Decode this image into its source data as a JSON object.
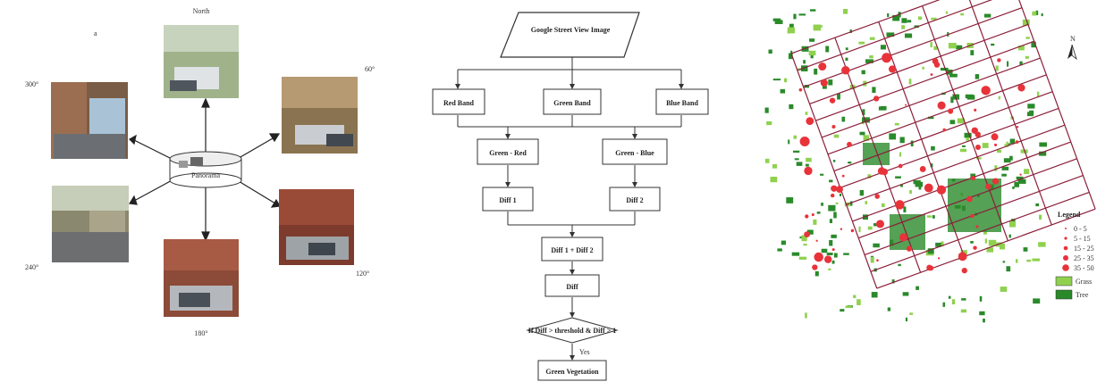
{
  "panorama": {
    "center_label": "Panorama",
    "direction_labels": {
      "north": "North",
      "ne": "60°",
      "nw": "300°",
      "sw": "240°",
      "se": "120°",
      "south": "180°"
    },
    "letter": "a"
  },
  "flowchart": {
    "start": "Google Street View Image",
    "bands": [
      "Red Band",
      "Green Band",
      "Blue Band"
    ],
    "differences": [
      "Green - Red",
      "Green - Blue"
    ],
    "diffs": [
      "Diff 1",
      "Diff 2"
    ],
    "sum": "Diff 1 + Diff 2",
    "diff": "Diff",
    "decision": "If Diff > threshold & Diff > 1",
    "yes": "Yes",
    "end": "Green Vegetation"
  },
  "map": {
    "north_arrow_label": "N",
    "legend_title": "Legend",
    "legend_items": [
      "0 - 5",
      "5 - 15",
      "15 - 25",
      "25 - 35",
      "35 - 50",
      "Grass",
      "Tree"
    ],
    "colors": {
      "point": "#e8333a",
      "grass": "#8fd14f",
      "tree": "#2a8a2a",
      "street": "#8b1f3a"
    }
  }
}
